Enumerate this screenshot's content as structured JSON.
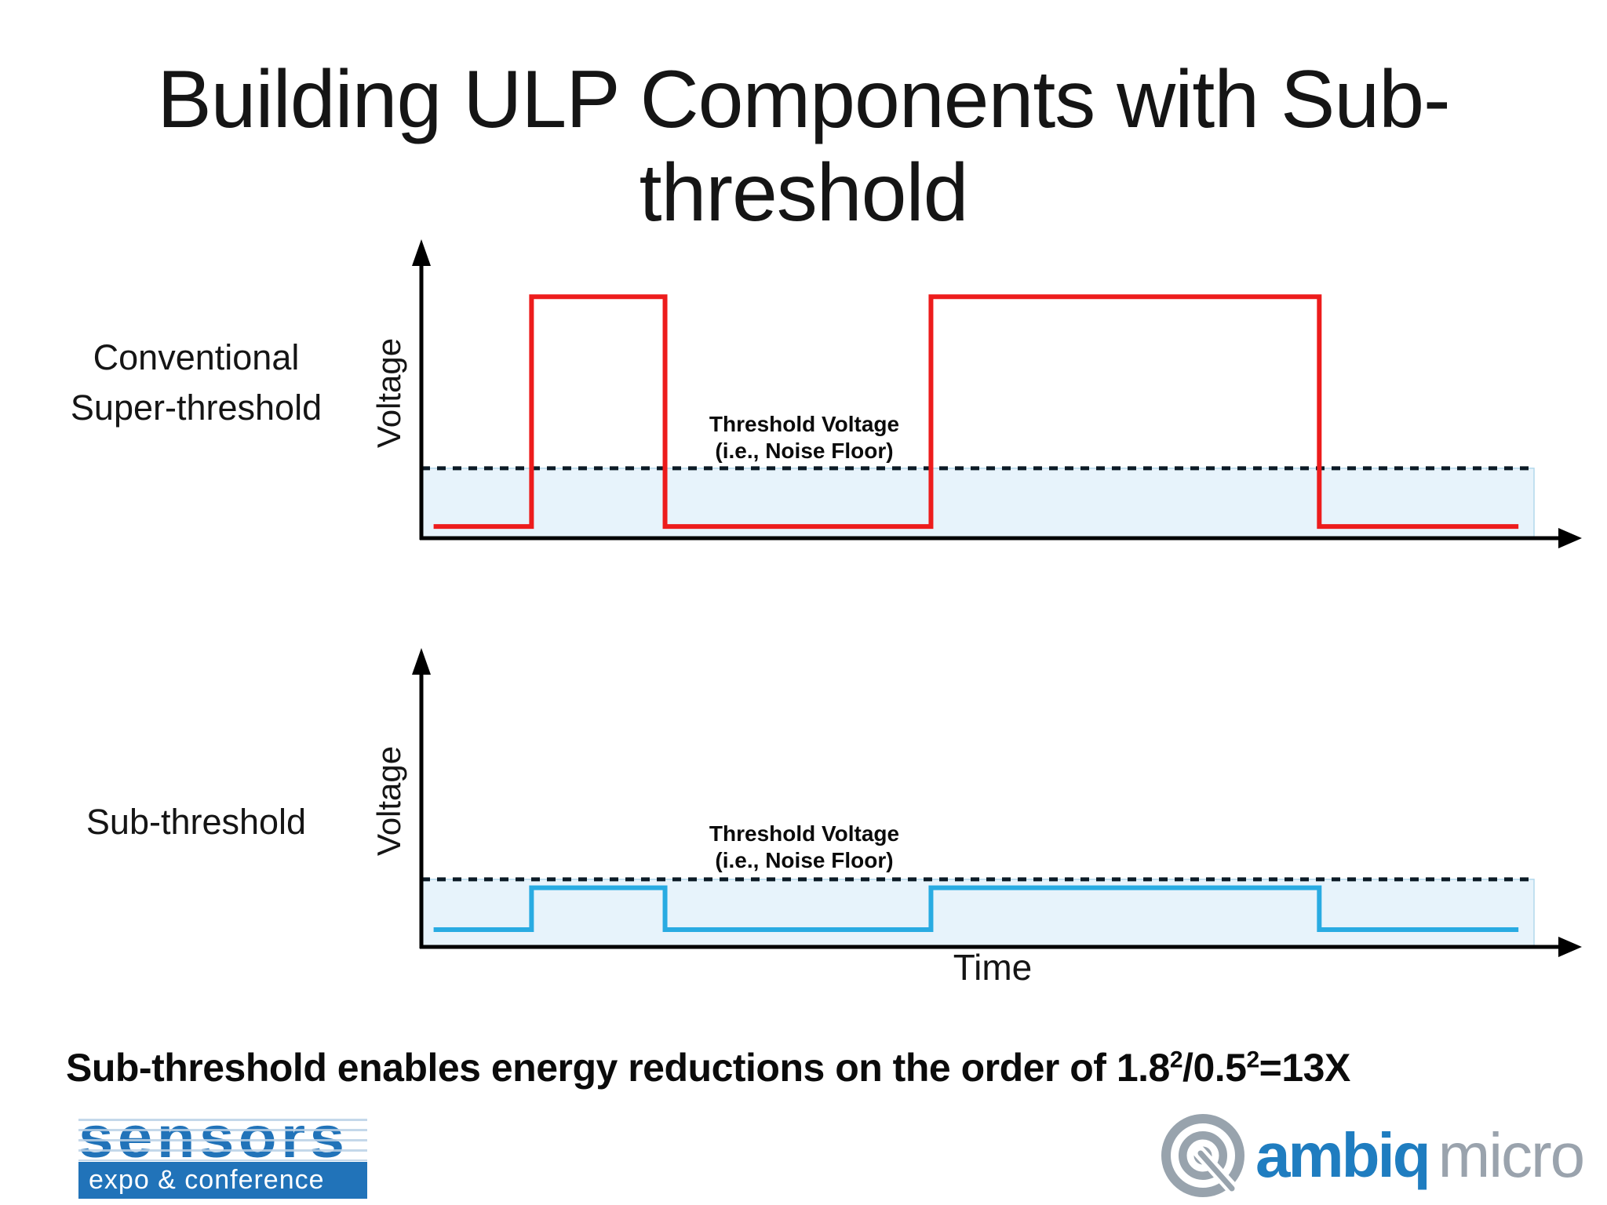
{
  "slide": {
    "title": "Building ULP Components with Sub-threshold",
    "footer": {
      "segments": [
        "Sub-threshold enables energy reductions on the order of 1.8",
        "2",
        "/0.5",
        "2",
        "=13X"
      ]
    }
  },
  "chart_data": [
    {
      "type": "line",
      "subtype": "square-wave",
      "title": "Conventional Super-threshold",
      "row_label": "Conventional\nSuper-threshold",
      "ylabel": "Voltage",
      "xlabel": "",
      "annotation": "Threshold Voltage\n(i.e., Noise Floor)",
      "line_color": "#ed1c1c",
      "threshold_line": {
        "style": "dashed",
        "color": "#0d1b26",
        "level_frac_from_top": 0.761
      },
      "band": {
        "fill": "#e7f3fb",
        "stroke": "#b2d8ec"
      },
      "levels_frac_from_top": {
        "high": 0.175,
        "low": 0.96
      },
      "x_start_frac": 0.011,
      "x_end_frac": 0.986,
      "pulses_frac": [
        [
          0.099,
          0.219
        ],
        [
          0.458,
          0.807
        ]
      ],
      "relation_to_threshold": "pulses rise far above the dashed threshold line",
      "axis_color": "#000000",
      "grid": false,
      "legend": false
    },
    {
      "type": "line",
      "subtype": "square-wave",
      "title": "Sub-threshold",
      "row_label": "Sub-threshold",
      "ylabel": "Voltage",
      "xlabel": "Time",
      "annotation": "Threshold Voltage\n(i.e., Noise Floor)",
      "line_color": "#29abe2",
      "threshold_line": {
        "style": "dashed",
        "color": "#0d1b26",
        "level_frac_from_top": 0.769
      },
      "band": {
        "fill": "#e7f3fb",
        "stroke": "#b2d8ec"
      },
      "levels_frac_from_top": {
        "high": 0.798,
        "low": 0.941
      },
      "x_start_frac": 0.011,
      "x_end_frac": 0.986,
      "pulses_frac": [
        [
          0.099,
          0.219
        ],
        [
          0.458,
          0.807
        ]
      ],
      "relation_to_threshold": "pulses stay below the dashed threshold line",
      "axis_color": "#000000",
      "grid": false,
      "legend": false
    }
  ],
  "logos": {
    "sensors": {
      "word": "sensors",
      "tagline": "expo & conference",
      "blue": "#2173b9"
    },
    "ambiq": {
      "word_primary": "ambiq",
      "word_secondary": "micro",
      "blue": "#1f7dc0",
      "gray": "#9aa3ad"
    }
  }
}
